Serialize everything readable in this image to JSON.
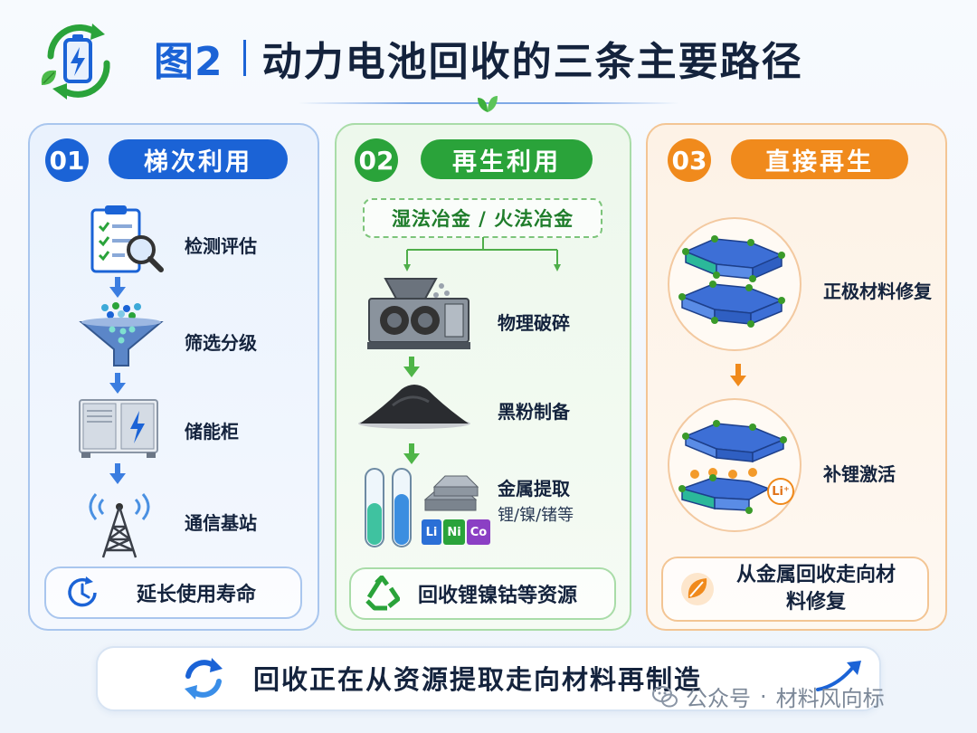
{
  "header": {
    "fig_label": "图2",
    "title": "动力电池回收的三条主要路径"
  },
  "panels": [
    {
      "number": "01",
      "name": "梯次利用",
      "steps": [
        "检测评估",
        "筛选分级",
        "储能柜",
        "通信基站"
      ],
      "bottom": "延长使用寿命"
    },
    {
      "number": "02",
      "name": "再生利用",
      "method": "湿法冶金 / 火法冶金",
      "steps": [
        "物理破碎",
        "黑粉制备",
        "金属提取"
      ],
      "sub": "锂/镍/锗等",
      "elements": [
        "Li",
        "Ni",
        "Co"
      ],
      "bottom": "回收锂镍钴等资源"
    },
    {
      "number": "03",
      "name": "直接再生",
      "steps": [
        "正极材料修复",
        "补锂激活"
      ],
      "li_label": "Li⁺",
      "bottom": "从金属回收走向材料修复"
    }
  ],
  "footer": {
    "text": "回收正在从资源提取走向材料再制造"
  },
  "watermark": {
    "left": "公众号",
    "right": "材料风向标"
  },
  "colors": {
    "blue": "#1b63d6",
    "green": "#2aa33a",
    "orange": "#f08a1c"
  }
}
